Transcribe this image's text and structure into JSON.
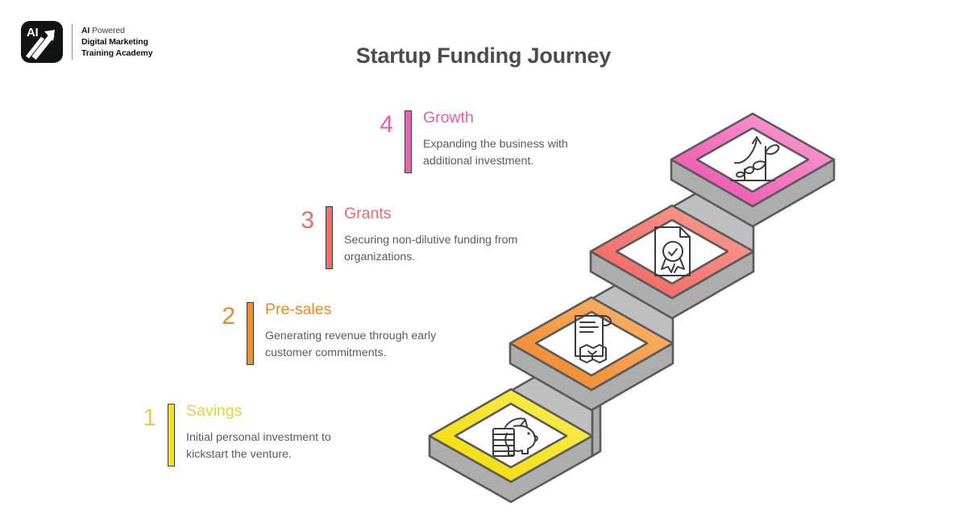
{
  "brand": {
    "logo_icon": "ai-arrow-logo-icon",
    "mark_text": "AI",
    "line1_bold": "AI",
    "line1_regular": " Powered",
    "line2": "Digital Marketing",
    "line3": "Training Academy"
  },
  "header": {
    "title": "Startup Funding Journey"
  },
  "colors": {
    "step1": "#F5E01E",
    "step1_text": "#E3D04A",
    "step2": "#F3912F",
    "step2_light": "#F8B46A",
    "step3": "#F06E6E",
    "step3_light": "#F59A8E",
    "step4": "#F05FB0",
    "step4_light": "#F79BD0",
    "riser": "#BFBFBF",
    "riser_dark": "#ADADAD",
    "outline": "#5A5A5A",
    "title": "#4C4C4C",
    "body": "#5B5B5B"
  },
  "steps": [
    {
      "number": "1",
      "label": "Savings",
      "desc": "Initial personal investment to\nkickstart the venture.",
      "color": "#E3D04A",
      "platform_color": "#F5E01E",
      "icon": "piggy-bank-coins-icon"
    },
    {
      "number": "2",
      "label": "Pre-sales",
      "desc": "Generating revenue through early\ncustomer commitments.",
      "color": "#E8882B",
      "platform_color": "#F3912F",
      "icon": "contract-handshake-icon"
    },
    {
      "number": "3",
      "label": "Grants",
      "desc": "Securing non-dilutive funding from\norganizations.",
      "color": "#EC6A6A",
      "platform_color": "#F06E6E",
      "icon": "certificate-award-icon"
    },
    {
      "number": "4",
      "label": "Growth",
      "desc": "Expanding the business with\nadditional investment.",
      "color": "#EA5BAC",
      "platform_color": "#F05FB0",
      "icon": "plant-growth-arrow-icon"
    }
  ]
}
